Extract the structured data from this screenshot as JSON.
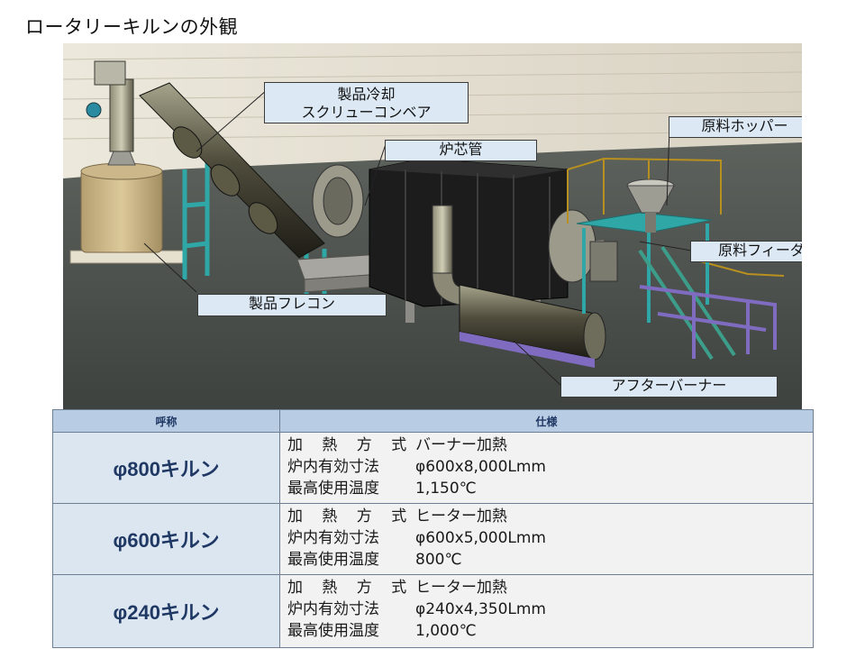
{
  "title": "ロータリーキルンの外観",
  "callouts": {
    "cooling_conveyor": [
      "製品冷却",
      "スクリューコンベア"
    ],
    "furnace_tube": "炉芯管",
    "raw_hopper": "原料ホッパー",
    "raw_feeder": "原料フィーダー",
    "product_bag": "製品フレコン",
    "afterburner": "アフターバーナー"
  },
  "table": {
    "headers": [
      "呼称",
      "仕様"
    ],
    "spec_keys": [
      "加 熱 方 式",
      "炉内有効寸法",
      "最高使用温度"
    ],
    "rows": [
      {
        "name": "φ800キルン",
        "method": "バーナー加熱",
        "size": "φ600x8,000Lmm",
        "temp": "1,150℃"
      },
      {
        "name": "φ600キルン",
        "method": "ヒーター加熱",
        "size": "φ600x5,000Lmm",
        "temp": "800℃"
      },
      {
        "name": "φ240キルン",
        "method": "ヒーター加熱",
        "size": "φ240x4,350Lmm",
        "temp": "1,000℃"
      }
    ]
  },
  "colors": {
    "callout_bg": "#dce9f5",
    "header_bg": "#b8cce4",
    "name_cell_bg": "#dce6f1",
    "spec_cell_bg": "#f2f2f2",
    "steel_cyan": "#2fa7a7",
    "steel_purple": "#7f6bbf",
    "railing_gold": "#b8901f"
  }
}
